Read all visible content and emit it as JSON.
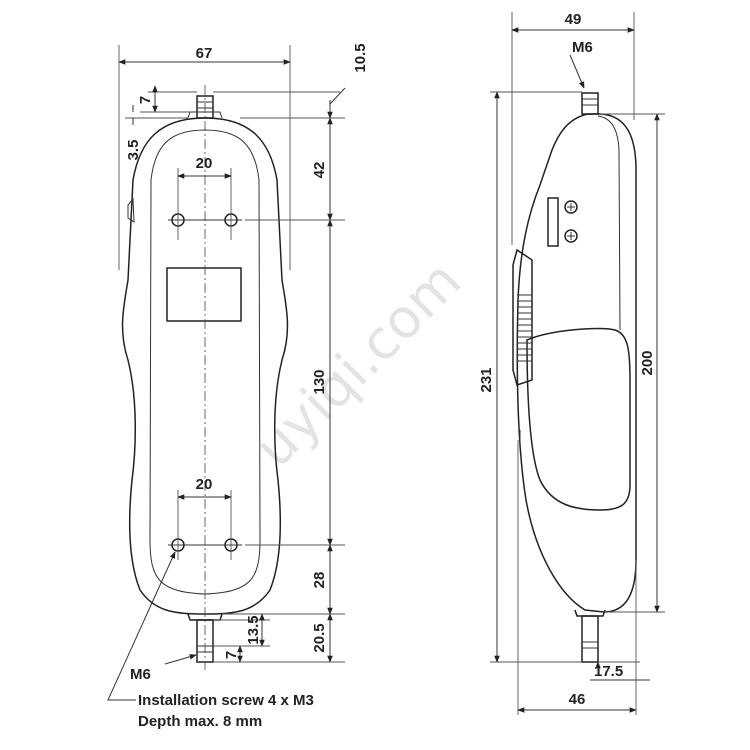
{
  "watermark": "uyiqi.com",
  "front_view": {
    "width": "67",
    "width_offset": "10.5",
    "top_cap": "7",
    "top_offset": "3.5",
    "upper_section": "42",
    "upper_hole_spacing": "20",
    "middle_section": "130",
    "lower_hole_spacing": "20",
    "lower_section": "28",
    "bottom_cap": "20.5",
    "bottom_collar": "13.5",
    "bottom_stub": "7",
    "thread_label": "M6",
    "note_line1": "Installation screw 4 x M3",
    "note_line2": "Depth max. 8 mm"
  },
  "side_view": {
    "top_width": "49",
    "thread_label": "M6",
    "total_height": "231",
    "body_height": "200",
    "bottom_offset": "17.5",
    "bottom_width": "46"
  }
}
